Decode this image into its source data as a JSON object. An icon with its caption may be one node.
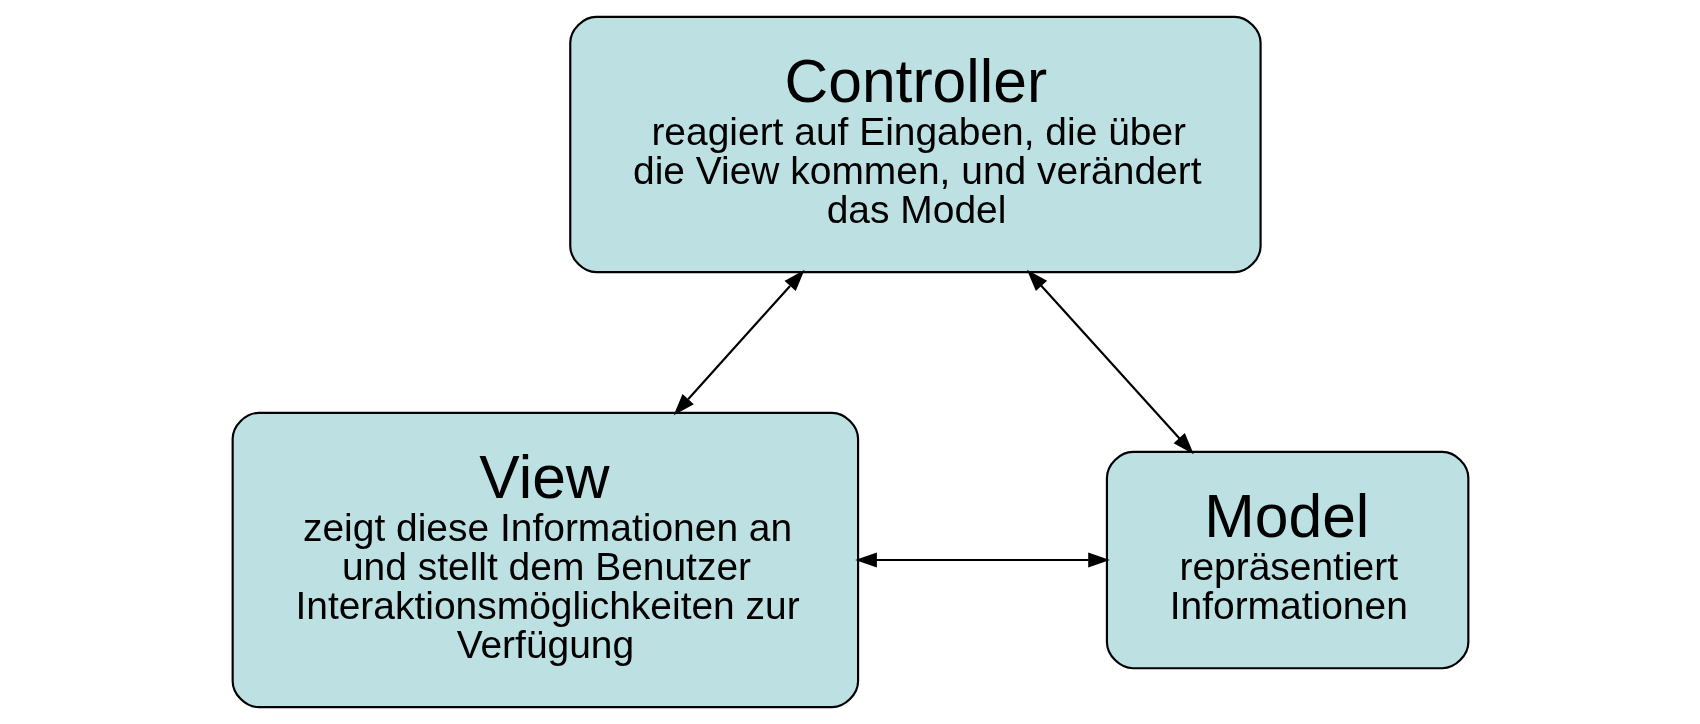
{
  "diagram": {
    "nodes": [
      {
        "text": [
          "Controller",
          "reagiert auf Eingaben, die über die View kommen, und verändert das Model"
        ]
      },
      {
        "text": [
          "Model",
          "repräsentiert Informationen"
        ]
      },
      {
        "text": [
          "View",
          "zeigt diese Informationen an und stellt dem Benutzer Interaktionsmöglichkeiten zur Verfügung"
        ]
      }
    ],
    "edges": [
      {
        "from": 1,
        "to": 0,
        "arrow": "both"
      },
      {
        "from": 0,
        "to": 2,
        "arrow": "both"
      },
      {
        "from": 1,
        "to": 2,
        "arrow": "both"
      }
    ]
  }
}
